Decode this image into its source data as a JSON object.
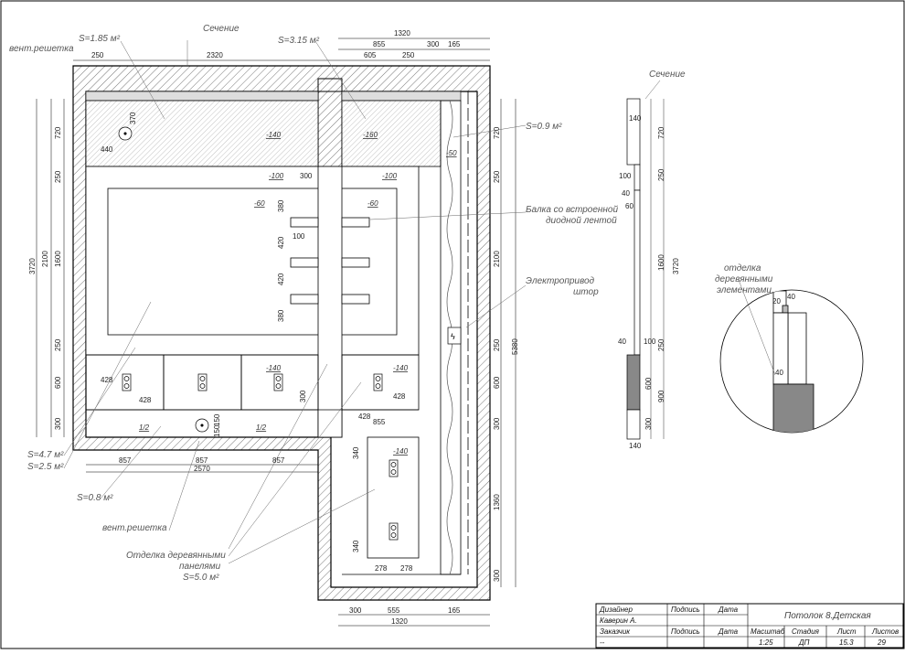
{
  "labels": {
    "section_plan": "Сечение",
    "section_side": "Сечение",
    "vent_top": "вент.решетка",
    "vent_bottom": "вент.решетка",
    "beam_led_1": "Балка со встроенной",
    "beam_led_2": "диодной лентой",
    "drive_1": "Электропривод",
    "drive_2": "штор",
    "wood_1": "Отделка деревянными",
    "wood_2": "панелями",
    "side_wood_1": "отделка",
    "side_wood_2": "деревянными",
    "side_wood_3": "элементами"
  },
  "areas": {
    "a1": "S=1.85 м²",
    "a2": "S=3.15 м²",
    "a3": "S=0.9 м²",
    "a4": "S=4.7 м²",
    "a5": "S=2.5 м²",
    "a6": "S=0.8 м²",
    "a7": "S=5.0 м²"
  },
  "levels": {
    "l1": "-140",
    "l2": "-160",
    "l3": "-50",
    "l4": "-100",
    "l5": "-100",
    "l6": "-60",
    "l7": "-60",
    "l8": "-140",
    "l9": "-140",
    "l10": "-140",
    "l11": "1/2",
    "l12": "1/2"
  },
  "dims_top": {
    "d1320": "1320",
    "d855": "855",
    "d300": "300",
    "d165": "165",
    "d250a": "250",
    "d2320": "2320",
    "d605": "605",
    "d250b": "250"
  },
  "dims_left": {
    "d720": "720",
    "d250a": "250",
    "d1600": "1600",
    "d2100": "2100",
    "d3720": "3720",
    "d250b": "250",
    "d600": "600",
    "d300": "300"
  },
  "dims_right": {
    "d720": "720",
    "d250a": "250",
    "d2100": "2100",
    "d5380": "5380",
    "d250b": "250",
    "d600": "600",
    "d300a": "300",
    "d1360": "1360",
    "d300b": "300"
  },
  "dims_inner": {
    "d370": "370",
    "d440": "440",
    "d300": "300",
    "d380a": "380",
    "d420a": "420",
    "d420b": "420",
    "d380b": "380",
    "d100": "100",
    "d428a": "428",
    "d428b": "428",
    "d428c": "428",
    "d428d": "428",
    "d150a": "150",
    "d150b": "150",
    "d300v": "300",
    "d855": "855",
    "d340a": "340",
    "d340b": "340",
    "d278a": "278",
    "d278b": "278"
  },
  "dims_bottom": {
    "d857a": "857",
    "d857b": "857",
    "d857c": "857",
    "d2570": "2570",
    "d300": "300",
    "d555": "555",
    "d165": "165",
    "d1320": "1320"
  },
  "dims_side": {
    "d140a": "140",
    "d720": "720",
    "d100a": "100",
    "d250a": "250",
    "d40a": "40",
    "d60": "60",
    "d1600": "1600",
    "d3720": "3720",
    "d40b": "40",
    "d100b": "100",
    "d250b": "250",
    "d600": "600",
    "d900": "900",
    "d300": "300",
    "d140b": "140",
    "c20": "20",
    "c40a": "40",
    "c40b": "40"
  },
  "title_block": {
    "designer_h": "Дизайнер",
    "sign_h": "Подпись",
    "date_h": "Дата",
    "designer": "Каверин А.",
    "client_h": "Заказчик",
    "sign_h2": "Подпись",
    "date_h2": "Дата",
    "scale_h": "Масштаб",
    "stage_h": "Стадия",
    "sheet_h": "Лист",
    "sheets_h": "Листов",
    "client": "--",
    "scale": "1:25",
    "stage": "ДП",
    "sheet": "15.3",
    "sheets": "29",
    "title": "Потолок 8.Детская"
  }
}
